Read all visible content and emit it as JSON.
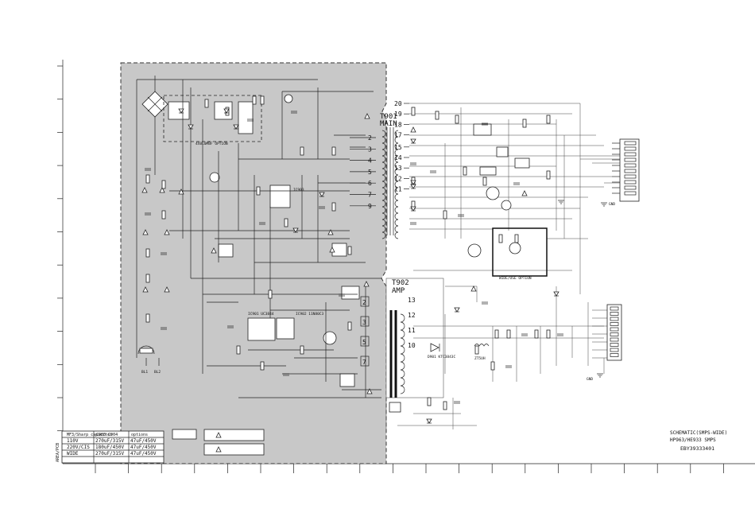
{
  "title_block": {
    "line1": "SCHEMATIC(SMPS-WIDE)",
    "line2": "HP963/HE933 SMPS",
    "line3": "EBY39333401"
  },
  "transformers": {
    "main": {
      "name": "T901",
      "sub": "MAIN",
      "pins_left": [
        "2",
        "3",
        "4",
        "5",
        "6",
        "7",
        "9"
      ],
      "pins_right": [
        "20",
        "19",
        "18",
        "17",
        "15",
        "14",
        "13",
        "12",
        "11"
      ]
    },
    "amp": {
      "name": "T902",
      "sub": "AMP",
      "pins_right": [
        "13",
        "12",
        "11",
        "10"
      ],
      "pins_left": [
        "2",
        "3",
        "5",
        "7"
      ]
    }
  },
  "regions": {
    "option_box": "4X8L0MBF OPTION",
    "wide_option": "WIDE/USE OPTION"
  },
  "ic_labels": {
    "ic901": "IC901 UC3844",
    "ic902": "IC902 11N80C3",
    "d901": "D901 KTC3843C",
    "l901": "ZT5UH"
  },
  "options_table": {
    "headers": [
      "MF3/Sharp capacitor",
      "C903 C904",
      "options"
    ],
    "rows": [
      [
        "110V",
        "270uF/315V",
        "47uF/450V"
      ],
      [
        "220V/CIS",
        "180uF/450V",
        "47uF/450V"
      ],
      [
        "WIDE",
        "270uF/315V",
        "47uF/450V"
      ]
    ],
    "side_label": "AREA/PCB"
  },
  "connectors": {
    "gnd_label": "GND",
    "bottom_labels": [
      "BL1",
      "BL2"
    ]
  }
}
